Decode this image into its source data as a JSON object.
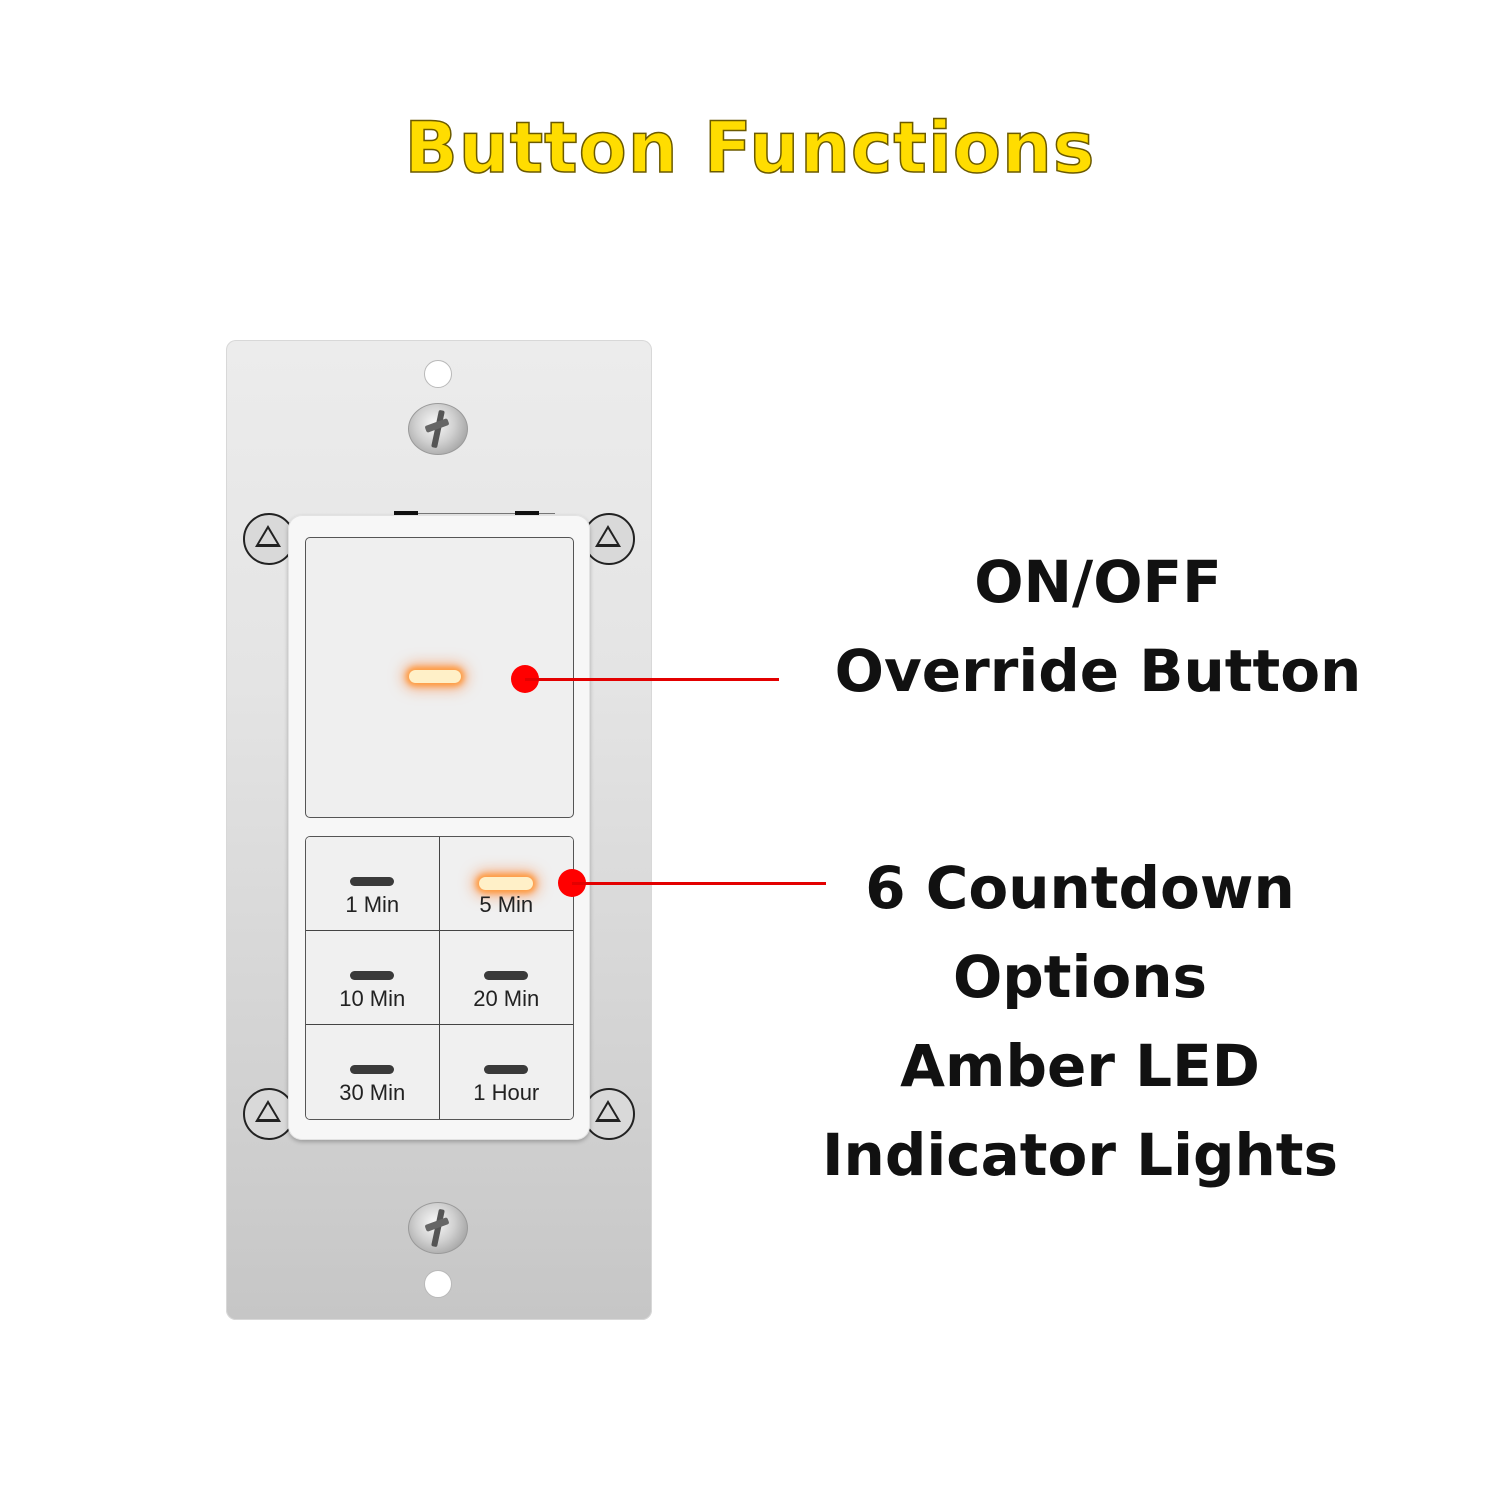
{
  "title": "Button Functions",
  "colors": {
    "title_fill": "#ffdd00",
    "title_outline": "#6b5a00",
    "callout_red": "#ff0000",
    "led_amber": "#ff9a3c",
    "text": "#111111"
  },
  "device": {
    "main_button": {
      "name": "ON/OFF Override Button",
      "led_state": "on",
      "led_color": "amber"
    },
    "countdown_buttons": [
      {
        "label": "1 Min",
        "led": "off"
      },
      {
        "label": "5 Min",
        "led": "on"
      },
      {
        "label": "10 Min",
        "led": "off"
      },
      {
        "label": "20 Min",
        "led": "off"
      },
      {
        "label": "30 Min",
        "led": "off"
      },
      {
        "label": "1 Hour",
        "led": "off"
      }
    ]
  },
  "callouts": [
    {
      "lines": [
        "ON/OFF",
        "Override Button"
      ]
    },
    {
      "lines": [
        "6 Countdown",
        "Options",
        "Amber LED",
        "Indicator Lights"
      ]
    }
  ]
}
